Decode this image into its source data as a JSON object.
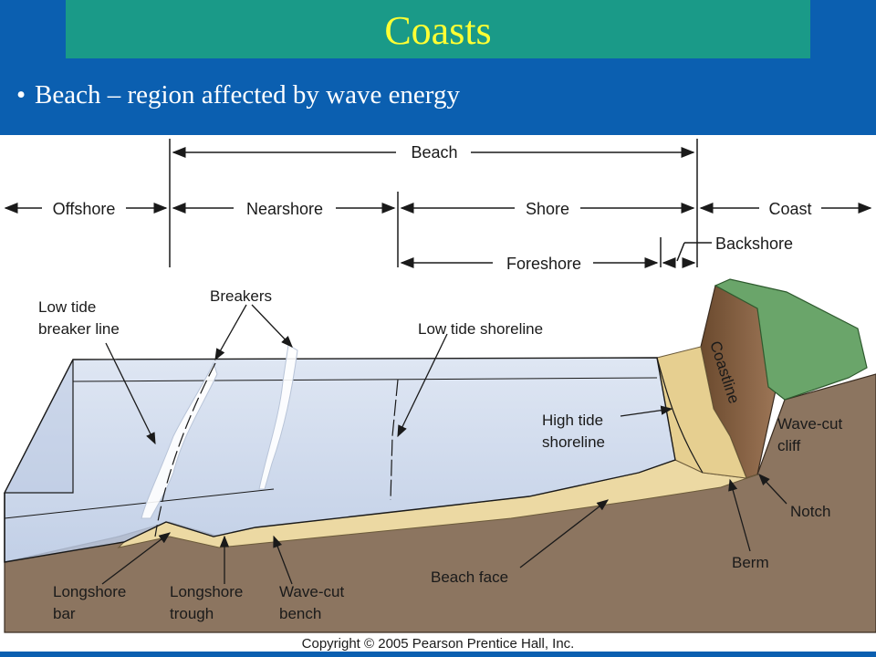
{
  "slide": {
    "title": "Coasts",
    "bullet": "Beach – region affected by wave energy",
    "bullet_marker": "•"
  },
  "diagram": {
    "zones": {
      "beach": "Beach",
      "offshore": "Offshore",
      "nearshore": "Nearshore",
      "shore": "Shore",
      "coast": "Coast",
      "backshore": "Backshore",
      "foreshore": "Foreshore"
    },
    "labels": {
      "low_tide_breaker_line_1": "Low tide",
      "low_tide_breaker_line_2": "breaker line",
      "breakers": "Breakers",
      "low_tide_shoreline": "Low tide shoreline",
      "high_tide_shoreline_1": "High tide",
      "high_tide_shoreline_2": "shoreline",
      "coastline": "Coastline",
      "wave_cut_cliff_1": "Wave-cut",
      "wave_cut_cliff_2": "cliff",
      "notch": "Notch",
      "berm": "Berm",
      "beach_face": "Beach face",
      "longshore_bar_1": "Longshore",
      "longshore_bar_2": "bar",
      "longshore_trough_1": "Longshore",
      "longshore_trough_2": "trough",
      "wave_cut_bench_1": "Wave-cut",
      "wave_cut_bench_2": "bench"
    },
    "copyright": "Copyright © 2005 Pearson Prentice Hall, Inc.",
    "colors": {
      "water": "#c9d6ea",
      "sand": "#ecd9a3",
      "ground": "#8c7560",
      "grass": "#6aa56a",
      "cliff": "#7a5a3c"
    }
  }
}
